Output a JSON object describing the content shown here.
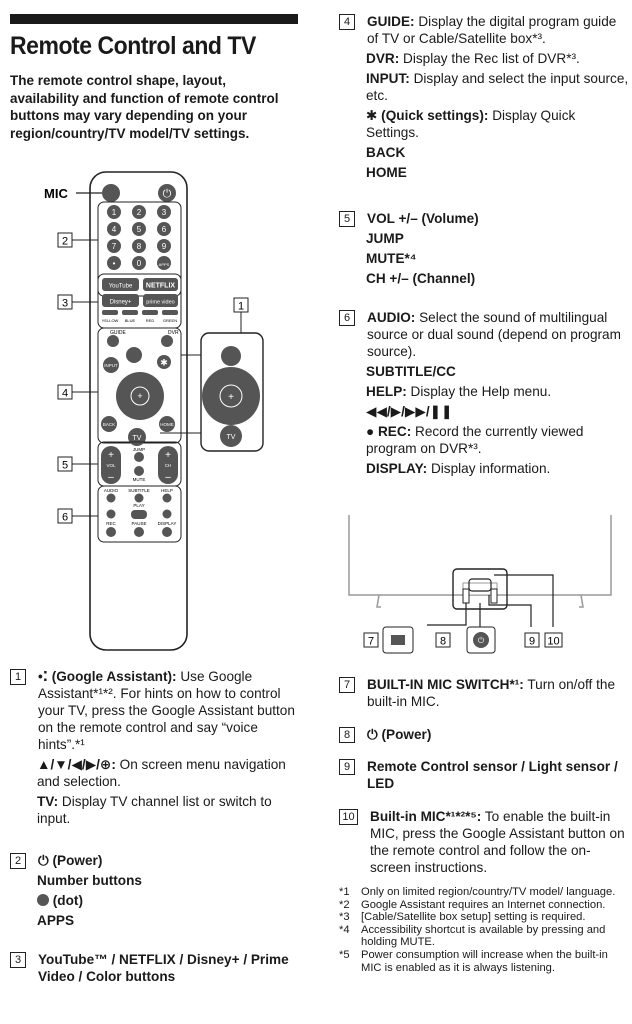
{
  "title": "Remote Control and TV",
  "intro": "The remote control shape, layout, availability and function of remote control buttons may vary depending on your region/country/TV model/TV settings.",
  "remote": {
    "mic_label": "MIC",
    "callouts": [
      "1",
      "2",
      "3",
      "4",
      "5",
      "6"
    ],
    "digits": [
      "1",
      "2",
      "3",
      "4",
      "5",
      "6",
      "7",
      "8",
      "9",
      "•",
      "0",
      "APPS"
    ],
    "apps": [
      "YouTube",
      "NETFLIX",
      "Disney+",
      "prime video"
    ],
    "colors": [
      "YELLOW",
      "BLUE",
      "RED",
      "GREEN"
    ],
    "keys": {
      "guide": "GUIDE",
      "dvr": "DVR",
      "input": "INPUT",
      "back": "BACK",
      "home": "HOME",
      "tv": "TV",
      "jump": "JUMP",
      "mute": "MUTE",
      "vol": "VOL",
      "ch": "CH",
      "audio": "AUDIO",
      "subtitle": "SUBTITLE",
      "help": "HELP",
      "rec": "REC",
      "pause": "PAUSE",
      "display": "DISPLAY",
      "play": "PLAY"
    }
  },
  "sections": {
    "s1": {
      "num": "1",
      "title": "(Google Assistant):",
      "text": " Use Google Assistant*¹*². For hints on how to control your TV, press the Google Assistant button on the remote control and say “voice hints”.*¹",
      "nav": "▲/▼/◀/▶/⊕:",
      "nav_text": " On screen menu navigation and selection.",
      "tv": "TV:",
      "tv_text": " Display TV channel list or switch to input."
    },
    "s2": {
      "num": "2",
      "title": "(Power)",
      "numbers": "Number buttons",
      "dot": "(dot)",
      "apps": "APPS"
    },
    "s3": {
      "num": "3",
      "title": "YouTube™ / NETFLIX / Disney+ / Prime Video / Color buttons"
    },
    "s4": {
      "num": "4",
      "guide": "GUIDE:",
      "guide_text": " Display the digital program guide of TV or Cable/Satellite box*³.",
      "dvr": "DVR:",
      "dvr_text": " Display the Rec list of DVR*³.",
      "input": "INPUT:",
      "input_text": " Display and select the input source, etc.",
      "qs": "(Quick settings):",
      "qs_text": " Display Quick Settings.",
      "back": "BACK",
      "home": "HOME"
    },
    "s5": {
      "num": "5",
      "vol": "VOL +/– (Volume)",
      "jump": "JUMP",
      "mute": "MUTE*⁴",
      "ch": "CH +/– (Channel)"
    },
    "s6": {
      "num": "6",
      "audio": "AUDIO:",
      "audio_text": " Select the sound of multilingual source or dual sound (depend on program source).",
      "subtitle": "SUBTITLE/CC",
      "help": "HELP:",
      "help_text": " Display the Help menu.",
      "transport": "◀◀/▶/▶▶/❚❚",
      "rec": "● REC:",
      "rec_text": " Record the currently viewed program on DVR*³.",
      "display": "DISPLAY:",
      "display_text": " Display information."
    },
    "s7": {
      "num": "7",
      "title": "BUILT-IN MIC SWITCH*¹:",
      "text": " Turn on/off the built-in MIC."
    },
    "s8": {
      "num": "8",
      "title": "(Power)"
    },
    "s9": {
      "num": "9",
      "title": "Remote Control sensor / Light sensor / LED"
    },
    "s10": {
      "num": "10",
      "title": "Built-in MIC*¹*²*⁵:",
      "text": " To enable the built-in MIC, press the Google Assistant button on the remote control and follow the on-screen instructions."
    }
  },
  "tv_callouts": [
    "7",
    "8",
    "9",
    "10"
  ],
  "footnotes": [
    {
      "mark": "*1",
      "text": "Only on limited region/country/TV model/ language."
    },
    {
      "mark": "*2",
      "text": "Google Assistant requires an Internet connection."
    },
    {
      "mark": "*3",
      "text": "[Cable/Satellite box setup] setting is required."
    },
    {
      "mark": "*4",
      "text": "Accessibility shortcut is available by pressing and holding MUTE."
    },
    {
      "mark": "*5",
      "text": "Power consumption will increase when the built-in MIC is enabled as it is always listening."
    }
  ]
}
